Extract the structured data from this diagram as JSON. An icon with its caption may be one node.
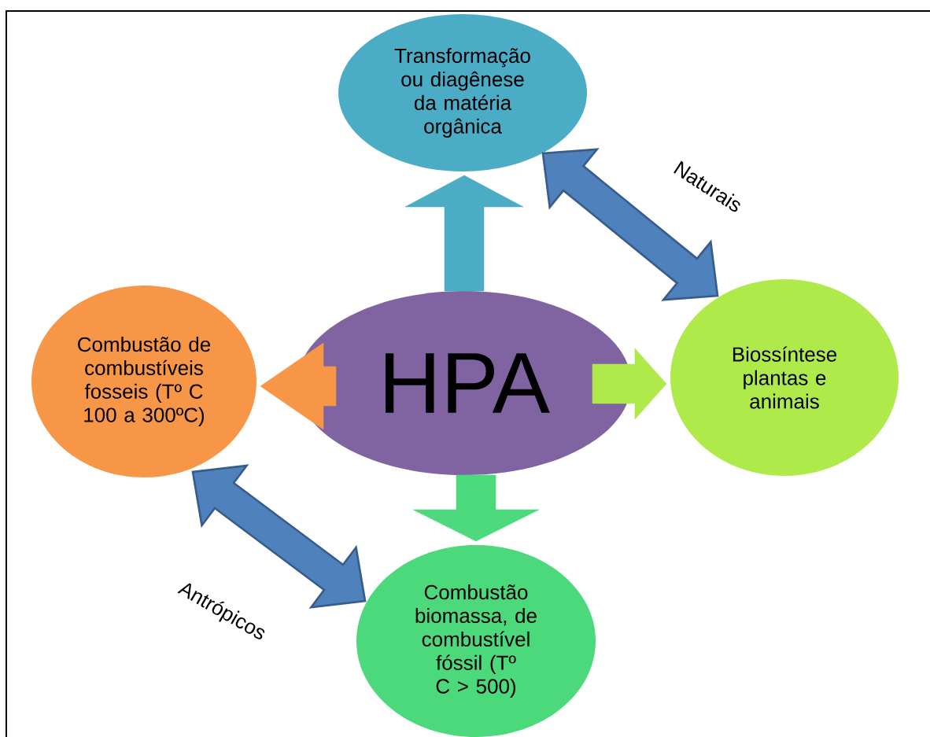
{
  "diagram": {
    "nodes": [
      {
        "text": [
          "Transformação ou diagênese da matéria orgânica"
        ]
      },
      {
        "text": [
          "Combustão de combustíveis fosseis (Tº C 100 a 300ºC)"
        ]
      },
      {
        "text": [
          "HPA"
        ]
      },
      {
        "text": [
          "Biossíntese plantas e animais"
        ]
      },
      {
        "text": [
          "Combustão biomassa, de combustível fóssil (Tº C > 500)"
        ]
      }
    ],
    "edges": [
      {
        "from": 2,
        "to": 0,
        "arrow": "to",
        "color": "#4bacc6"
      },
      {
        "from": 2,
        "to": 1,
        "arrow": "to",
        "color": "#f79646"
      },
      {
        "from": 2,
        "to": 3,
        "arrow": "to",
        "color": "#b0e94a"
      },
      {
        "from": 2,
        "to": 4,
        "arrow": "to",
        "color": "#4cd97b"
      },
      {
        "from": 0,
        "to": 3,
        "arrow": "both",
        "label": "Naturais"
      },
      {
        "from": 1,
        "to": 4,
        "arrow": "both",
        "label": "Antrópicos"
      }
    ]
  }
}
